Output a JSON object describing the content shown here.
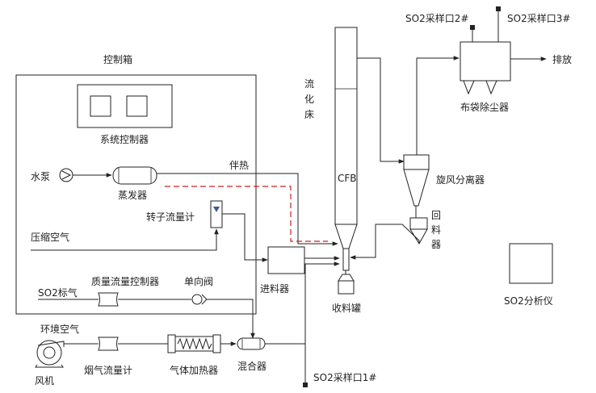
{
  "labels": {
    "control_box": "控制箱",
    "system_controller": "系统控制器",
    "water_pump": "水泵",
    "evaporator": "蒸发器",
    "heat_tracing": "伴热",
    "rotameter": "转子流量计",
    "compressed_air": "压缩空气",
    "so2_standard_gas": "SO2标气",
    "mass_flow_controller": "质量流量控制器",
    "check_valve": "单向阀",
    "feeder": "进料器",
    "fluidized_bed": "流化床",
    "cfb": "CFB",
    "collection_tank": "收料罐",
    "cyclone_separator": "旋风分离器",
    "return_feeder": "回料器",
    "bag_filter": "布袋除尘器",
    "exhaust": "排放",
    "sampling_port_2": "SO2采样口2#",
    "sampling_port_3": "SO2采样口3#",
    "sampling_port_1": "SO2采样口1#",
    "so2_analyzer": "SO2分析仪",
    "ambient_air": "环境空气",
    "fan": "风机",
    "flue_gas_flowmeter": "烟气流量计",
    "gas_heater": "气体加热器",
    "mixer": "混合器"
  },
  "colors": {
    "line": "#222222",
    "heat_tracing_line": "#cc2222",
    "rotameter_indicator": "#3a56a8"
  }
}
